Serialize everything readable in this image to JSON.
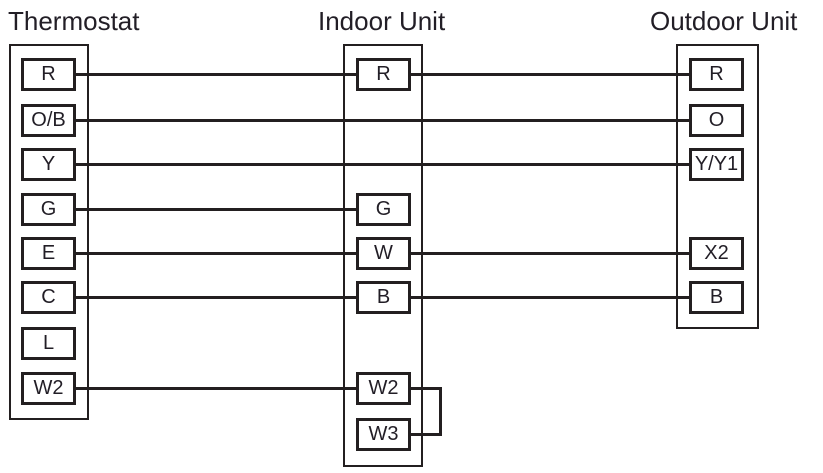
{
  "diagram": {
    "columns": [
      {
        "id": "thermostat",
        "title": "Thermostat",
        "terminals": [
          "R",
          "O/B",
          "Y",
          "G",
          "E",
          "C",
          "L",
          "W2"
        ]
      },
      {
        "id": "indoor-unit",
        "title": "Indoor Unit",
        "terminals": [
          "R",
          "G",
          "W",
          "B",
          "W2",
          "W3"
        ]
      },
      {
        "id": "outdoor-unit",
        "title": "Outdoor Unit",
        "terminals": [
          "R",
          "O",
          "Y/Y1",
          "X2",
          "B"
        ]
      }
    ],
    "connections": [
      {
        "from": "Thermostat.R",
        "to": "Indoor Unit.R",
        "type": "wire"
      },
      {
        "from": "Indoor Unit.R",
        "to": "Outdoor Unit.R",
        "type": "wire"
      },
      {
        "from": "Thermostat.O/B",
        "to": "Outdoor Unit.O",
        "type": "wire-passthrough"
      },
      {
        "from": "Thermostat.Y",
        "to": "Outdoor Unit.Y/Y1",
        "type": "wire-passthrough"
      },
      {
        "from": "Thermostat.G",
        "to": "Indoor Unit.G",
        "type": "wire"
      },
      {
        "from": "Thermostat.E",
        "to": "Indoor Unit.W",
        "type": "wire"
      },
      {
        "from": "Indoor Unit.W",
        "to": "Outdoor Unit.X2",
        "type": "wire"
      },
      {
        "from": "Thermostat.C",
        "to": "Indoor Unit.B",
        "type": "wire"
      },
      {
        "from": "Indoor Unit.B",
        "to": "Outdoor Unit.B",
        "type": "wire"
      },
      {
        "from": "Thermostat.W2",
        "to": "Indoor Unit.W2",
        "type": "wire"
      },
      {
        "from": "Indoor Unit.W2",
        "to": "Indoor Unit.W3",
        "type": "jumper"
      }
    ],
    "unconnected_terminals": [
      "Thermostat.L"
    ]
  },
  "colors": {
    "line": "#231f20",
    "text": "#221e26"
  }
}
